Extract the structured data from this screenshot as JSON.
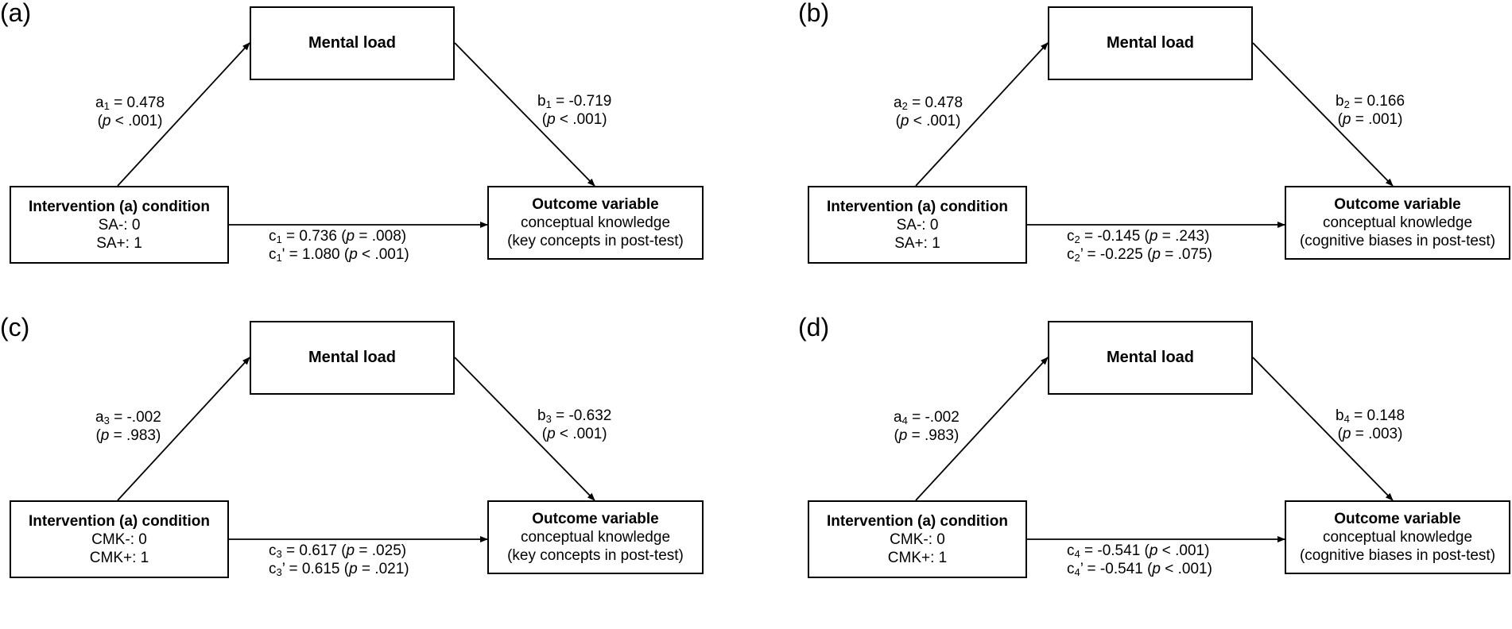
{
  "colors": {
    "line": "#000000",
    "background": "#ffffff"
  },
  "panels": [
    {
      "label": "(a)",
      "mediator": "Mental load",
      "independent": {
        "title": "Intervention (a) condition",
        "line1": "SA-: 0",
        "line2": "SA+: 1"
      },
      "outcome": {
        "title": "Outcome variable",
        "line1": "conceptual knowledge",
        "line2": "(key concepts in post-test)"
      },
      "path_a": {
        "sym": "a",
        "sub": "1",
        "value": " = 0.478",
        "p_open": "(",
        "p": "p",
        "p_val": " < .001)"
      },
      "path_b": {
        "sym": "b",
        "sub": "1",
        "value": " = -0.719",
        "p_open": "(",
        "p": "p",
        "p_val": " < .001)"
      },
      "path_c": {
        "sym": "c",
        "sub": "1",
        "value": " = 0.736 (",
        "p": "p",
        "p_val": " = .008)"
      },
      "path_c_prime": {
        "sym": "c",
        "sub": "1",
        "prime": "'",
        "value": " = 1.080 (",
        "p": "p",
        "p_val": " < .001)"
      }
    },
    {
      "label": "(b)",
      "mediator": "Mental load",
      "independent": {
        "title": "Intervention (a) condition",
        "line1": "SA-: 0",
        "line2": "SA+: 1"
      },
      "outcome": {
        "title": "Outcome variable",
        "line1": "conceptual knowledge",
        "line2": "(cognitive biases in post-test)"
      },
      "path_a": {
        "sym": "a",
        "sub": "2",
        "value": " = 0.478",
        "p_open": "(",
        "p": "p",
        "p_val": " < .001)"
      },
      "path_b": {
        "sym": "b",
        "sub": "2",
        "value": " = 0.166",
        "p_open": "(",
        "p": "p",
        "p_val": " = .001)"
      },
      "path_c": {
        "sym": "c",
        "sub": "2",
        "value": " = -0.145 (",
        "p": "p",
        "p_val": " = .243)"
      },
      "path_c_prime": {
        "sym": "c",
        "sub": "2",
        "prime": "’",
        "value": " = -0.225 (",
        "p": "p",
        "p_val": " = .075)"
      }
    },
    {
      "label": "(c)",
      "mediator": "Mental load",
      "independent": {
        "title": "Intervention (a) condition",
        "line1": "CMK-: 0",
        "line2": "CMK+: 1"
      },
      "outcome": {
        "title": "Outcome variable",
        "line1": "conceptual knowledge",
        "line2": "(key concepts in post-test)"
      },
      "path_a": {
        "sym": "a",
        "sub": "3",
        "value": " = -.002",
        "p_open": "(",
        "p": "p",
        "p_val": " = .983)"
      },
      "path_b": {
        "sym": "b",
        "sub": "3",
        "value": " = -0.632",
        "p_open": "(",
        "p": "p",
        "p_val": " < .001)"
      },
      "path_c": {
        "sym": "c",
        "sub": "3",
        "value": " = 0.617 (",
        "p": "p",
        "p_val": " = .025)"
      },
      "path_c_prime": {
        "sym": "c",
        "sub": "3",
        "prime": "’",
        "value": " = 0.615 (",
        "p": "p",
        "p_val": " = .021)"
      }
    },
    {
      "label": "(d)",
      "mediator": "Mental load",
      "independent": {
        "title": "Intervention (a) condition",
        "line1": "CMK-: 0",
        "line2": "CMK+: 1"
      },
      "outcome": {
        "title": "Outcome variable",
        "line1": "conceptual knowledge",
        "line2": "(cognitive biases in post-test)"
      },
      "path_a": {
        "sym": "a",
        "sub": "4",
        "value": " = -.002",
        "p_open": "(",
        "p": "p",
        "p_val": " = .983)"
      },
      "path_b": {
        "sym": "b",
        "sub": "4",
        "value": " = 0.148",
        "p_open": "(",
        "p": "p",
        "p_val": " = .003)"
      },
      "path_c": {
        "sym": "c",
        "sub": "4",
        "value": " = -0.541 (",
        "p": "p",
        "p_val": " < .001)"
      },
      "path_c_prime": {
        "sym": "c",
        "sub": "4",
        "prime": "’",
        "value": " = -0.541 (",
        "p": "p",
        "p_val": " < .001)"
      }
    }
  ]
}
